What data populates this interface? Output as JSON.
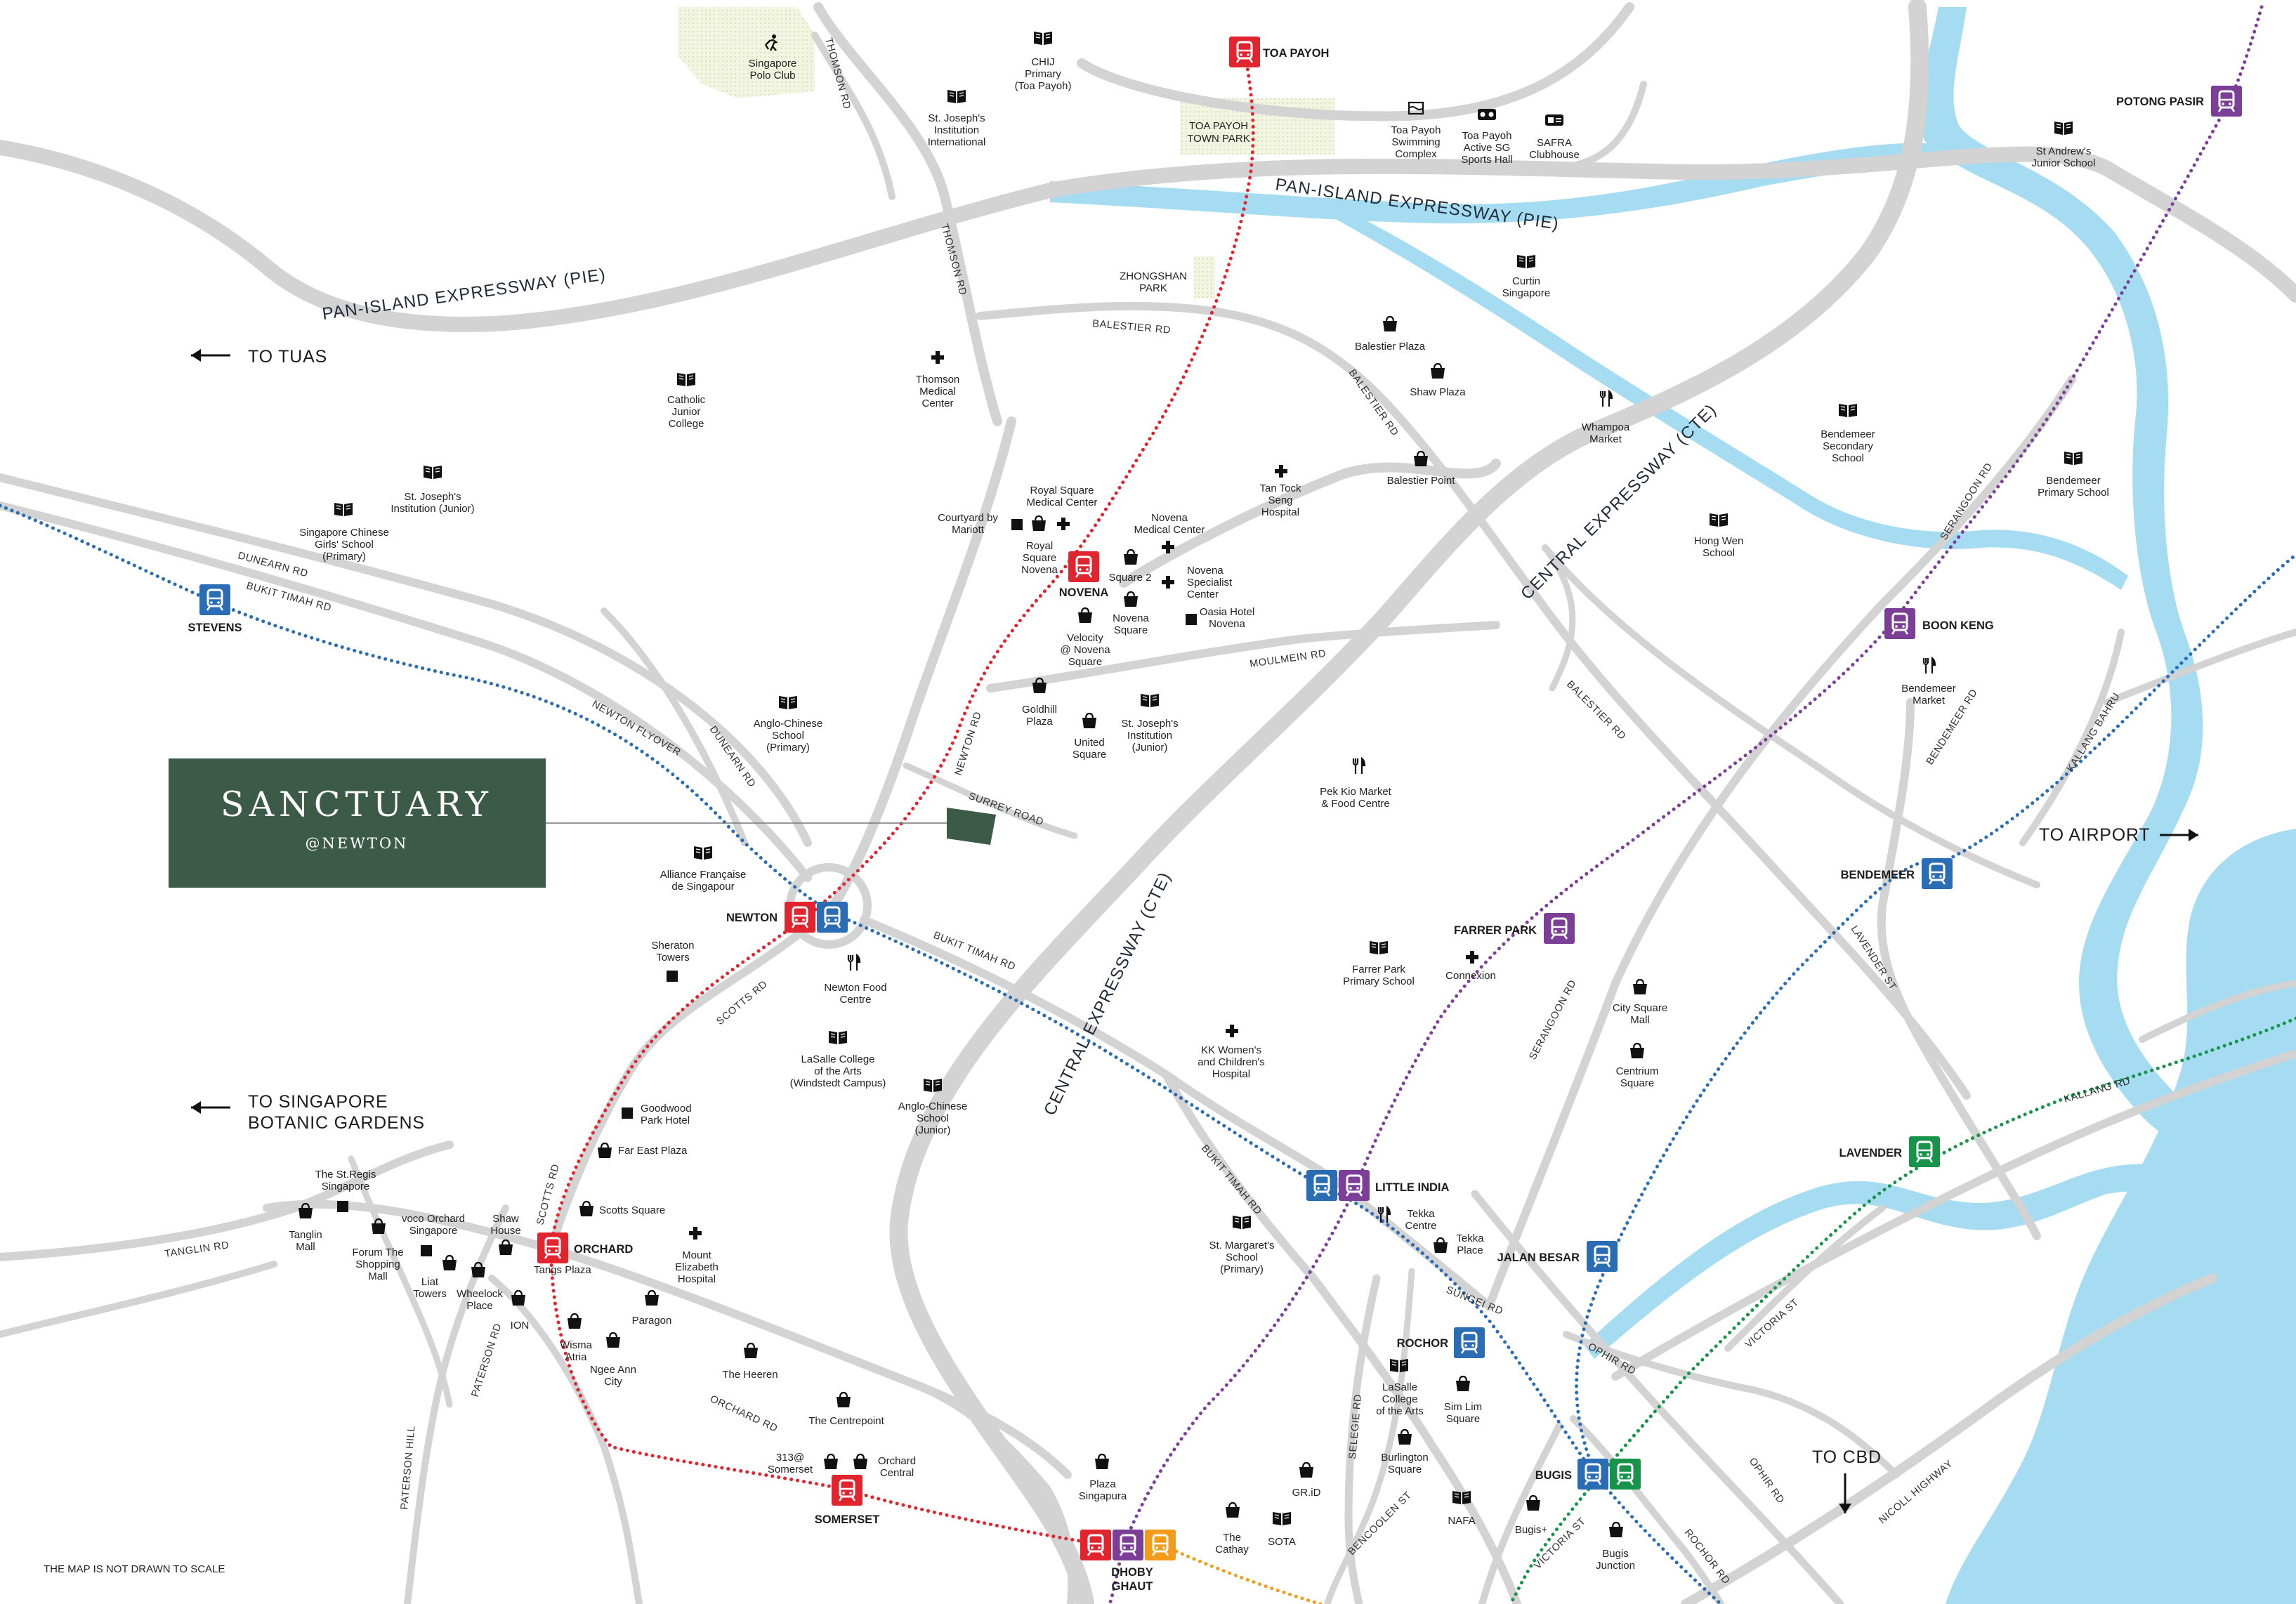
{
  "development": {
    "name": "SANCTUARY",
    "sub": "@NEWTON",
    "color": "#3c5a48"
  },
  "colors": {
    "north_south_line": "#e2242e",
    "downtown_line": "#2a6db4",
    "north_east_line": "#7c3f98",
    "circle_line": "#f39c1a",
    "east_west_line": "#17944a",
    "water": "#a6dcf2",
    "road": "#d3d3d3",
    "park": "#eef3dd"
  },
  "stations": {
    "toa_payoh": "TOA PAYOH",
    "novena": "NOVENA",
    "newton": "NEWTON",
    "stevens": "STEVENS",
    "orchard": "ORCHARD",
    "somerset": "SOMERSET",
    "dhoby_ghaut_1": "DHOBY",
    "dhoby_ghaut_2": "GHAUT",
    "little_india": "LITTLE INDIA",
    "farrer_park": "FARRER PARK",
    "boon_keng": "BOON KENG",
    "potong_pasir": "POTONG PASIR",
    "bendemeer": "BENDEMEER",
    "lavender": "LAVENDER",
    "jalan_besar": "JALAN BESAR",
    "rochor": "ROCHOR",
    "bugis": "BUGIS"
  },
  "directions": {
    "tuas": "TO TUAS",
    "botanic_1": "TO SINGAPORE",
    "botanic_2": "BOTANIC GARDENS",
    "airport": "TO AIRPORT",
    "cbd": "TO CBD"
  },
  "highways": {
    "pie_west": "PAN-ISLAND EXPRESSWAY (PIE)",
    "pie_east": "PAN-ISLAND EXPRESSWAY (PIE)",
    "cte_north": "CENTRAL EXPRESSWAY (CTE)",
    "cte_south": "CENTRAL EXPRESSWAY (CTE)"
  },
  "roads": {
    "thomson_rd_n": "THOMSON RD",
    "thomson_rd_s": "THOMSON RD",
    "balestier_rd_w": "BALESTIER RD",
    "balestier_rd_mid": "BALESTIER RD",
    "balestier_rd_e": "BALESTIER RD",
    "moulmein_rd": "MOULMEIN RD",
    "dunearn_rd_w": "DUNEARN RD",
    "bukit_timah_rd_w": "BUKIT TIMAH RD",
    "newton_flyover": "NEWTON FLYOVER",
    "dunearn_rd_e": "DUNEARN RD",
    "newton_rd": "NEWTON RD",
    "surrey_road": "SURREY ROAD",
    "bukit_timah_rd_e": "BUKIT TIMAH RD",
    "scotts_rd_n": "SCOTTS RD",
    "scotts_rd_s": "SCOTTS RD",
    "bukit_timah_rd_s": "BUKIT TIMAH RD",
    "serangoon_rd_n": "SERANGOON RD",
    "serangoon_rd_s": "SERANGOON RD",
    "bendemeer_rd": "BENDEMEER RD",
    "kallang_bahru": "KALLANG BAHRU",
    "lavender_st": "LAVENDER ST",
    "kallang_rd": "KALLANG RD",
    "sungei_rd": "SUNGEI RD",
    "ophir_rd_n": "OPHIR RD",
    "victoria_st_n": "VICTORIA ST",
    "ophir_rd_s": "OPHIR RD",
    "nicoll_highway": "NICOLL HIGHWAY",
    "rochor_rd": "ROCHOR RD",
    "victoria_st_s": "VICTORIA ST",
    "bencoolen_st": "BENCOOLEN ST",
    "selegie_rd": "SELEGIE RD",
    "tanglin_rd": "TANGLIN RD",
    "paterson_rd": "PATERSON RD",
    "paterson_hill": "PATERSON HILL",
    "orchard_rd": "ORCHARD RD"
  },
  "pois": {
    "polo_1": "Singapore",
    "polo_2": "Polo Club",
    "chij_1": "CHIJ",
    "chij_2": "Primary",
    "chij_3": "(Toa Payoh)",
    "sjii_1": "St. Joseph's",
    "sjii_2": "Institution",
    "sjii_3": "International",
    "tp_park_1": "TOA PAYOH",
    "tp_park_2": "TOWN PARK",
    "tp_swim_1": "Toa Payoh",
    "tp_swim_2": "Swimming",
    "tp_swim_3": "Complex",
    "tp_sports_1": "Toa Payoh",
    "tp_sports_2": "Active SG",
    "tp_sports_3": "Sports Hall",
    "safra_1": "SAFRA",
    "safra_2": "Clubhouse",
    "st_andrews_1": "St Andrew's",
    "st_andrews_2": "Junior School",
    "zhongshan_1": "ZHONGSHAN",
    "zhongshan_2": "PARK",
    "curtin_1": "Curtin",
    "curtin_2": "Singapore",
    "thomson_med_1": "Thomson",
    "thomson_med_2": "Medical",
    "thomson_med_3": "Center",
    "catholic_jc_1": "Catholic",
    "catholic_jc_2": "Junior",
    "catholic_jc_3": "College",
    "balestier_plaza": "Balestier Plaza",
    "shaw_plaza": "Shaw Plaza",
    "whampoa_1": "Whampoa",
    "whampoa_2": "Market",
    "bendemeer_sec_1": "Bendemeer",
    "bendemeer_sec_2": "Secondary",
    "bendemeer_sec_3": "School",
    "balestier_point": "Balestier Point",
    "bendemeer_pri_1": "Bendemeer",
    "bendemeer_pri_2": "Primary School",
    "sji_junior_1": "St. Joseph's",
    "sji_junior_2": "Institution (Junior)",
    "scgs_1": "Singapore Chinese",
    "scgs_2": "Girls' School",
    "scgs_3": "(Primary)",
    "royal_sq_med_1": "Royal Square",
    "royal_sq_med_2": "Medical Center",
    "courtyard_1": "Courtyard by",
    "courtyard_2": "Mariott",
    "royal_sq_1": "Royal",
    "royal_sq_2": "Square",
    "royal_sq_3": "Novena",
    "ttsh_1": "Tan Tock",
    "ttsh_2": "Seng",
    "ttsh_3": "Hospital",
    "novena_med_1": "Novena",
    "novena_med_2": "Medical Center",
    "hong_wen_1": "Hong Wen",
    "hong_wen_2": "School",
    "square2": "Square 2",
    "novena_spec_1": "Novena",
    "novena_spec_2": "Specialist",
    "novena_spec_3": "Center",
    "novena_sq_1": "Novena",
    "novena_sq_2": "Square",
    "oasia_1": "Oasia Hotel",
    "oasia_2": "Novena",
    "velocity_1": "Velocity",
    "velocity_2": "@ Novena",
    "velocity_3": "Square",
    "boon_keng_mkt_1": "Bendemeer",
    "boon_keng_mkt_2": "Market",
    "goldhill_1": "Goldhill",
    "goldhill_2": "Plaza",
    "united_sq_1": "United",
    "united_sq_2": "Square",
    "sji_jr2_1": "St. Joseph's",
    "sji_jr2_2": "Institution",
    "sji_jr2_3": "(Junior)",
    "acs_pri_1": "Anglo-Chinese",
    "acs_pri_2": "School",
    "acs_pri_3": "(Primary)",
    "pek_kio_1": "Pek Kio Market",
    "pek_kio_2": "& Food Centre",
    "alliance_1": "Alliance Française",
    "alliance_2": "de Singapour",
    "sheraton_1": "Sheraton",
    "sheraton_2": "Towers",
    "newton_fc_1": "Newton Food",
    "newton_fc_2": "Centre",
    "farrer_pri_1": "Farrer Park",
    "farrer_pri_2": "Primary School",
    "connexion": "Connexion",
    "city_sq_1": "City Square",
    "city_sq_2": "Mall",
    "lasalle_w_1": "LaSalle College",
    "lasalle_w_2": "of the Arts",
    "lasalle_w_3": "(Windstedt Campus)",
    "kkh_1": "KK Women's",
    "kkh_2": "and Children's",
    "kkh_3": "Hospital",
    "centrium_1": "Centrium",
    "centrium_2": "Square",
    "acs_jr_1": "Anglo-Chinese",
    "acs_jr_2": "School",
    "acs_jr_3": "(Junior)",
    "goodwood_1": "Goodwood",
    "goodwood_2": "Park Hotel",
    "far_east": "Far East Plaza",
    "st_regis_1": "The St.Regis",
    "st_regis_2": "Singapore",
    "scotts_sq": "Scotts Square",
    "tekka_c_1": "Tekka",
    "tekka_c_2": "Centre",
    "voco_1": "voco Orchard",
    "voco_2": "Singapore",
    "shaw_house_1": "Shaw",
    "shaw_house_2": "House",
    "mount_e_1": "Mount",
    "mount_e_2": "Elizabeth",
    "mount_e_3": "Hospital",
    "st_margaret_1": "St. Margaret's",
    "st_margaret_2": "School",
    "st_margaret_3": "(Primary)",
    "tekka_p_1": "Tekka",
    "tekka_p_2": "Place",
    "tanglin_mall_1": "Tanglin",
    "tanglin_mall_2": "Mall",
    "forum_1": "Forum The",
    "forum_2": "Shopping",
    "forum_3": "Mall",
    "tangs": "Tangs Plaza",
    "liat_1": "Liat",
    "liat_2": "Towers",
    "wheelock_1": "Wheelock",
    "wheelock_2": "Place",
    "ion": "ION",
    "paragon": "Paragon",
    "wisma_1": "Wisma",
    "wisma_2": "Atria",
    "ngee_ann_1": "Ngee Ann",
    "ngee_ann_2": "City",
    "heeren": "The Heeren",
    "lasalle_b_1": "LaSalle",
    "lasalle_b_2": "College",
    "lasalle_b_3": "of the Arts",
    "sim_lim_1": "Sim Lim",
    "sim_lim_2": "Square",
    "centrepoint": "The Centrepoint",
    "burlington_1": "Burlington",
    "burlington_2": "Square",
    "somerset313_1": "313@",
    "somerset313_2": "Somerset",
    "orchard_central_1": "Orchard",
    "orchard_central_2": "Central",
    "plaza_sg_1": "Plaza",
    "plaza_sg_2": "Singapura",
    "grid": "GR.iD",
    "nafa": "NAFA",
    "bugis_plus": "Bugis+",
    "cathay_1": "The",
    "cathay_2": "Cathay",
    "sota": "SOTA",
    "bugis_jn_1": "Bugis",
    "bugis_jn_2": "Junction"
  },
  "footnote": "THE MAP IS NOT DRAWN TO SCALE"
}
